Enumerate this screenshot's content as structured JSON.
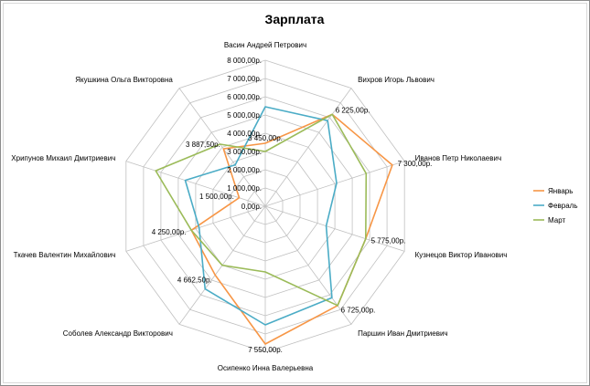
{
  "chart_data": {
    "type": "radar",
    "title": "Зарплата",
    "categories": [
      "Васин Андрей Петрович",
      "Вихров Игорь Львович",
      "Иванов Петр Николаевич",
      "Кузнецов Виктор Иванович",
      "Паршин Иван Дмитриевич",
      "Осипенко Инна Валерьевна",
      "Соболев Александр Викторович",
      "Ткачев Валентин Михайлович",
      "Хрипунов Михаил Дмитриевич",
      "Якушкина Ольга Викторовна"
    ],
    "rlim": [
      0,
      8000
    ],
    "ticks": [
      "0,00р.",
      "1 000,00р.",
      "2 000,00р.",
      "3 000,00р.",
      "4 000,00р.",
      "5 000,00р.",
      "6 000,00р.",
      "7 000,00р.",
      "8 000,00р."
    ],
    "tick_values": [
      0,
      1000,
      2000,
      3000,
      4000,
      5000,
      6000,
      7000,
      8000
    ],
    "series": [
      {
        "name": "Январь",
        "color": "#f79646",
        "values": [
          3450,
          6225,
          7300,
          5775,
          6725,
          7550,
          4662.5,
          4250,
          1500,
          3887.5
        ]
      },
      {
        "name": "Февраль",
        "color": "#4bacc6",
        "values": [
          5450,
          5800,
          4100,
          3500,
          6200,
          6500,
          5600,
          3800,
          4600,
          2800
        ]
      },
      {
        "name": "Март",
        "color": "#9bbb59",
        "values": [
          3000,
          6225,
          5800,
          5775,
          6725,
          3600,
          4000,
          4250,
          6300,
          4200
        ]
      }
    ],
    "data_labels": [
      {
        "cat": 0,
        "text": "3 450,00р."
      },
      {
        "cat": 1,
        "text": "6 225,00р."
      },
      {
        "cat": 2,
        "text": "7 300,00р."
      },
      {
        "cat": 3,
        "text": "5 775,00р."
      },
      {
        "cat": 4,
        "text": "6 725,00р."
      },
      {
        "cat": 5,
        "text": "7 550,00р."
      },
      {
        "cat": 6,
        "text": "4 662,50р."
      },
      {
        "cat": 7,
        "text": "4 250,00р."
      },
      {
        "cat": 8,
        "text": "1 500,00р."
      },
      {
        "cat": 9,
        "text": "3 887,50р."
      }
    ],
    "legend_position": "right",
    "grid": true
  }
}
